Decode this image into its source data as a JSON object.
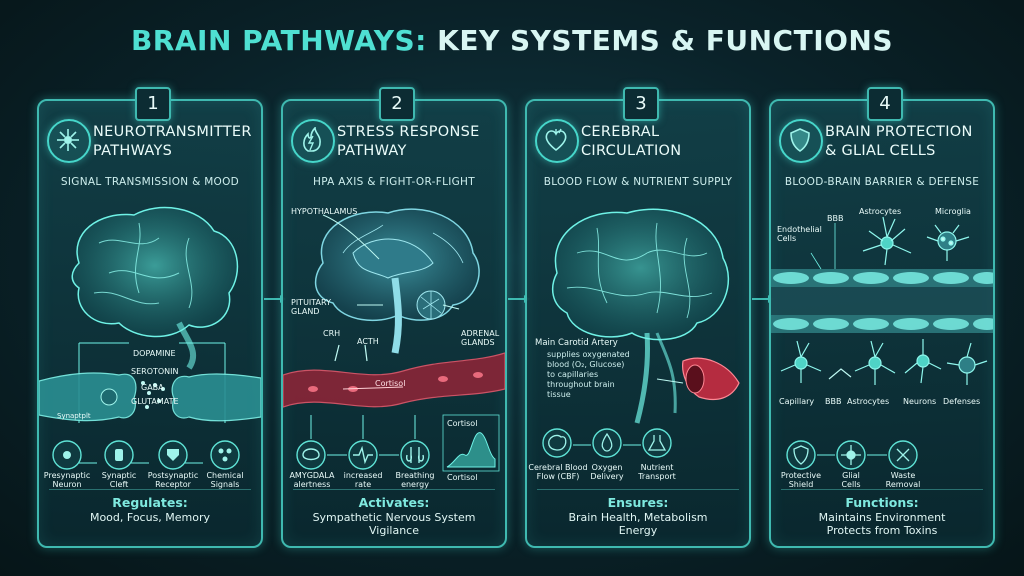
{
  "title": {
    "lead": "BRAIN PATHWAYS:",
    "rest": " KEY SYSTEMS & FUNCTIONS"
  },
  "panels": [
    {
      "number": "1",
      "title_l1": "NEUROTRANSMITTER",
      "title_l2": "PATHWAYS",
      "subtitle": "SIGNAL TRANSMISSION & MOOD",
      "icon": "neuron-icon",
      "labels": {
        "dopamine": "DOPAMINE",
        "serotonin": "SEROTONIN",
        "gaba": "GABA",
        "glutamate": "GLUTAMATE",
        "synaptic": "Synaptplt"
      },
      "steps": [
        {
          "l1": "Presynaptic",
          "l2": "Neuron"
        },
        {
          "l1": "Synaptic",
          "l2": "Cleft"
        },
        {
          "l1": "Postsynaptic",
          "l2": "Receptor"
        },
        {
          "l1": "Chemical",
          "l2": "Signals"
        }
      ],
      "footer_heading": "Regulates:",
      "footer_l1": "Mood, Focus, Memory",
      "footer_l2": ""
    },
    {
      "number": "2",
      "title_l1": "STRESS RESPONSE",
      "title_l2": "PATHWAY",
      "subtitle": "HPA AXIS & FIGHT-OR-FLIGHT",
      "icon": "stress-flame-icon",
      "labels": {
        "hypothalamus": "HYPOTHALAMUS",
        "pituitary_l1": "PITUITARY",
        "pituitary_l2": "GLAND",
        "crh": "CRH",
        "acth": "ACTH",
        "adrenal_l1": "ADRENAL",
        "adrenal_l2": "GLANDS",
        "cortisol": "Cortisol",
        "chart_top": "Cortisol",
        "chart_bottom": "Cortisol"
      },
      "steps": [
        {
          "l1": "AMYGDALA",
          "l2": "alertness"
        },
        {
          "l1": "increased",
          "l2": "rate"
        },
        {
          "l1": "Breathing",
          "l2": "energy"
        }
      ],
      "footer_heading": "Activates:",
      "footer_l1": "Sympathetic Nervous System",
      "footer_l2": "Vigilance"
    },
    {
      "number": "3",
      "title_l1": "CEREBRAL",
      "title_l2": "CIRCULATION",
      "subtitle": "BLOOD FLOW & NUTRIENT SUPPLY",
      "icon": "heart-icon",
      "labels": {
        "artery": "Main Carotid Artery",
        "desc_l1": "supplies oxygenated",
        "desc_l2": "blood (O₂, Glucose)",
        "desc_l3": "to capillaries",
        "desc_l4": "throughout brain",
        "desc_l5": "tissue"
      },
      "steps": [
        {
          "l1": "Cerebral Blood",
          "l2": "Flow (CBF)"
        },
        {
          "l1": "Oxygen",
          "l2": "Delivery"
        },
        {
          "l1": "Nutrient",
          "l2": "Transport"
        }
      ],
      "footer_heading": "Ensures:",
      "footer_l1": "Brain Health, Metabolism",
      "footer_l2": "Energy"
    },
    {
      "number": "4",
      "title_l1": "BRAIN PROTECTION",
      "title_l2": "& GLIAL CELLS",
      "subtitle": "BLOOD-BRAIN BARRIER & DEFENSE",
      "icon": "shield-icon",
      "labels": {
        "endothelial_l1": "Endothelial",
        "endothelial_l2": "Cells",
        "bbb": "BBB",
        "astrocytes": "Astrocytes",
        "microglia": "Microglia",
        "capillary": "Capillary",
        "bbb2": "BBB",
        "astrocytes2": "Astrocytes",
        "neurons": "Neurons",
        "defenses": "Defenses"
      },
      "steps": [
        {
          "l1": "Protective",
          "l2": "Shield"
        },
        {
          "l1": "Glial",
          "l2": "Cells"
        },
        {
          "l1": "Waste",
          "l2": "Removal"
        }
      ],
      "footer_heading": "Functions:",
      "footer_l1": "Maintains Environment",
      "footer_l2": "Protects from Toxins"
    }
  ],
  "colors": {
    "accent": "#3fb9b0",
    "glow": "#4fe0d2",
    "blood": "#c4344a"
  }
}
